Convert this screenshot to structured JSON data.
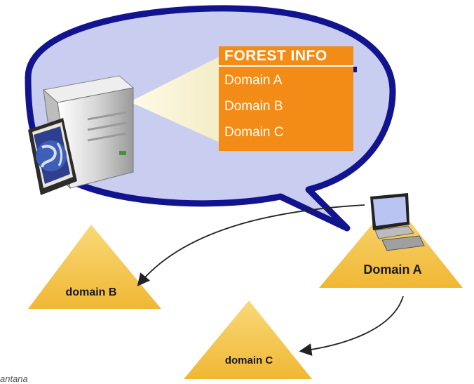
{
  "forest_info": {
    "title": "FOREST INFO",
    "domains": [
      "Domain A",
      "Domain B",
      "Domain C"
    ]
  },
  "triangles": {
    "domain_a": "Domain A",
    "domain_b": "domain B",
    "domain_c": "domain C"
  },
  "corner_text": "antana",
  "colors": {
    "bubble_fill": "#c9cdf0",
    "bubble_border": "#12138f",
    "orange": "#f28c16",
    "triangle": "#f5c642"
  }
}
